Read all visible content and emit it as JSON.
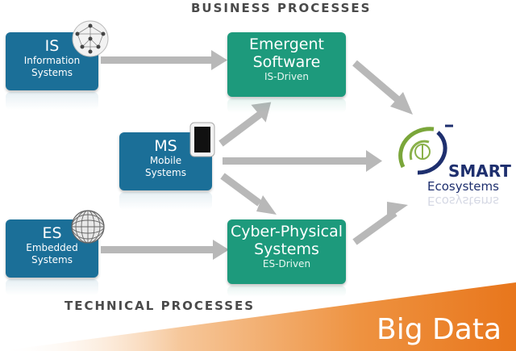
{
  "headings": {
    "business": "BUSINESS PROCESSES",
    "technical": "TECHNICAL PROCESSES"
  },
  "systems": {
    "is": {
      "abbr": "IS",
      "line1": "Information",
      "line2": "Systems"
    },
    "ms": {
      "abbr": "MS",
      "line1": "Mobile",
      "line2": "Systems"
    },
    "es": {
      "abbr": "ES",
      "line1": "Embedded",
      "line2": "Systems"
    }
  },
  "outcomes": {
    "emergent": {
      "line1": "Emergent",
      "line2": "Software",
      "sub": "IS-Driven"
    },
    "cps": {
      "line1": "Cyber-Physical",
      "line2": "Systems",
      "sub": "ES-Driven"
    }
  },
  "smart": {
    "title": "SMART",
    "sub": "Ecosystems"
  },
  "banner": {
    "label": "Big Data"
  },
  "colors": {
    "system_blue": "#1b6f98",
    "outcome_green": "#1d9a7c",
    "arrow_gray": "#b8b8b8",
    "banner_orange": "#e8761c",
    "smart_navy": "#1e2f6e"
  },
  "icons": {
    "is": "network-globe-icon",
    "ms": "smartphone-icon",
    "es": "wireframe-sphere-icon",
    "smart": "ecosystem-logo-icon"
  }
}
